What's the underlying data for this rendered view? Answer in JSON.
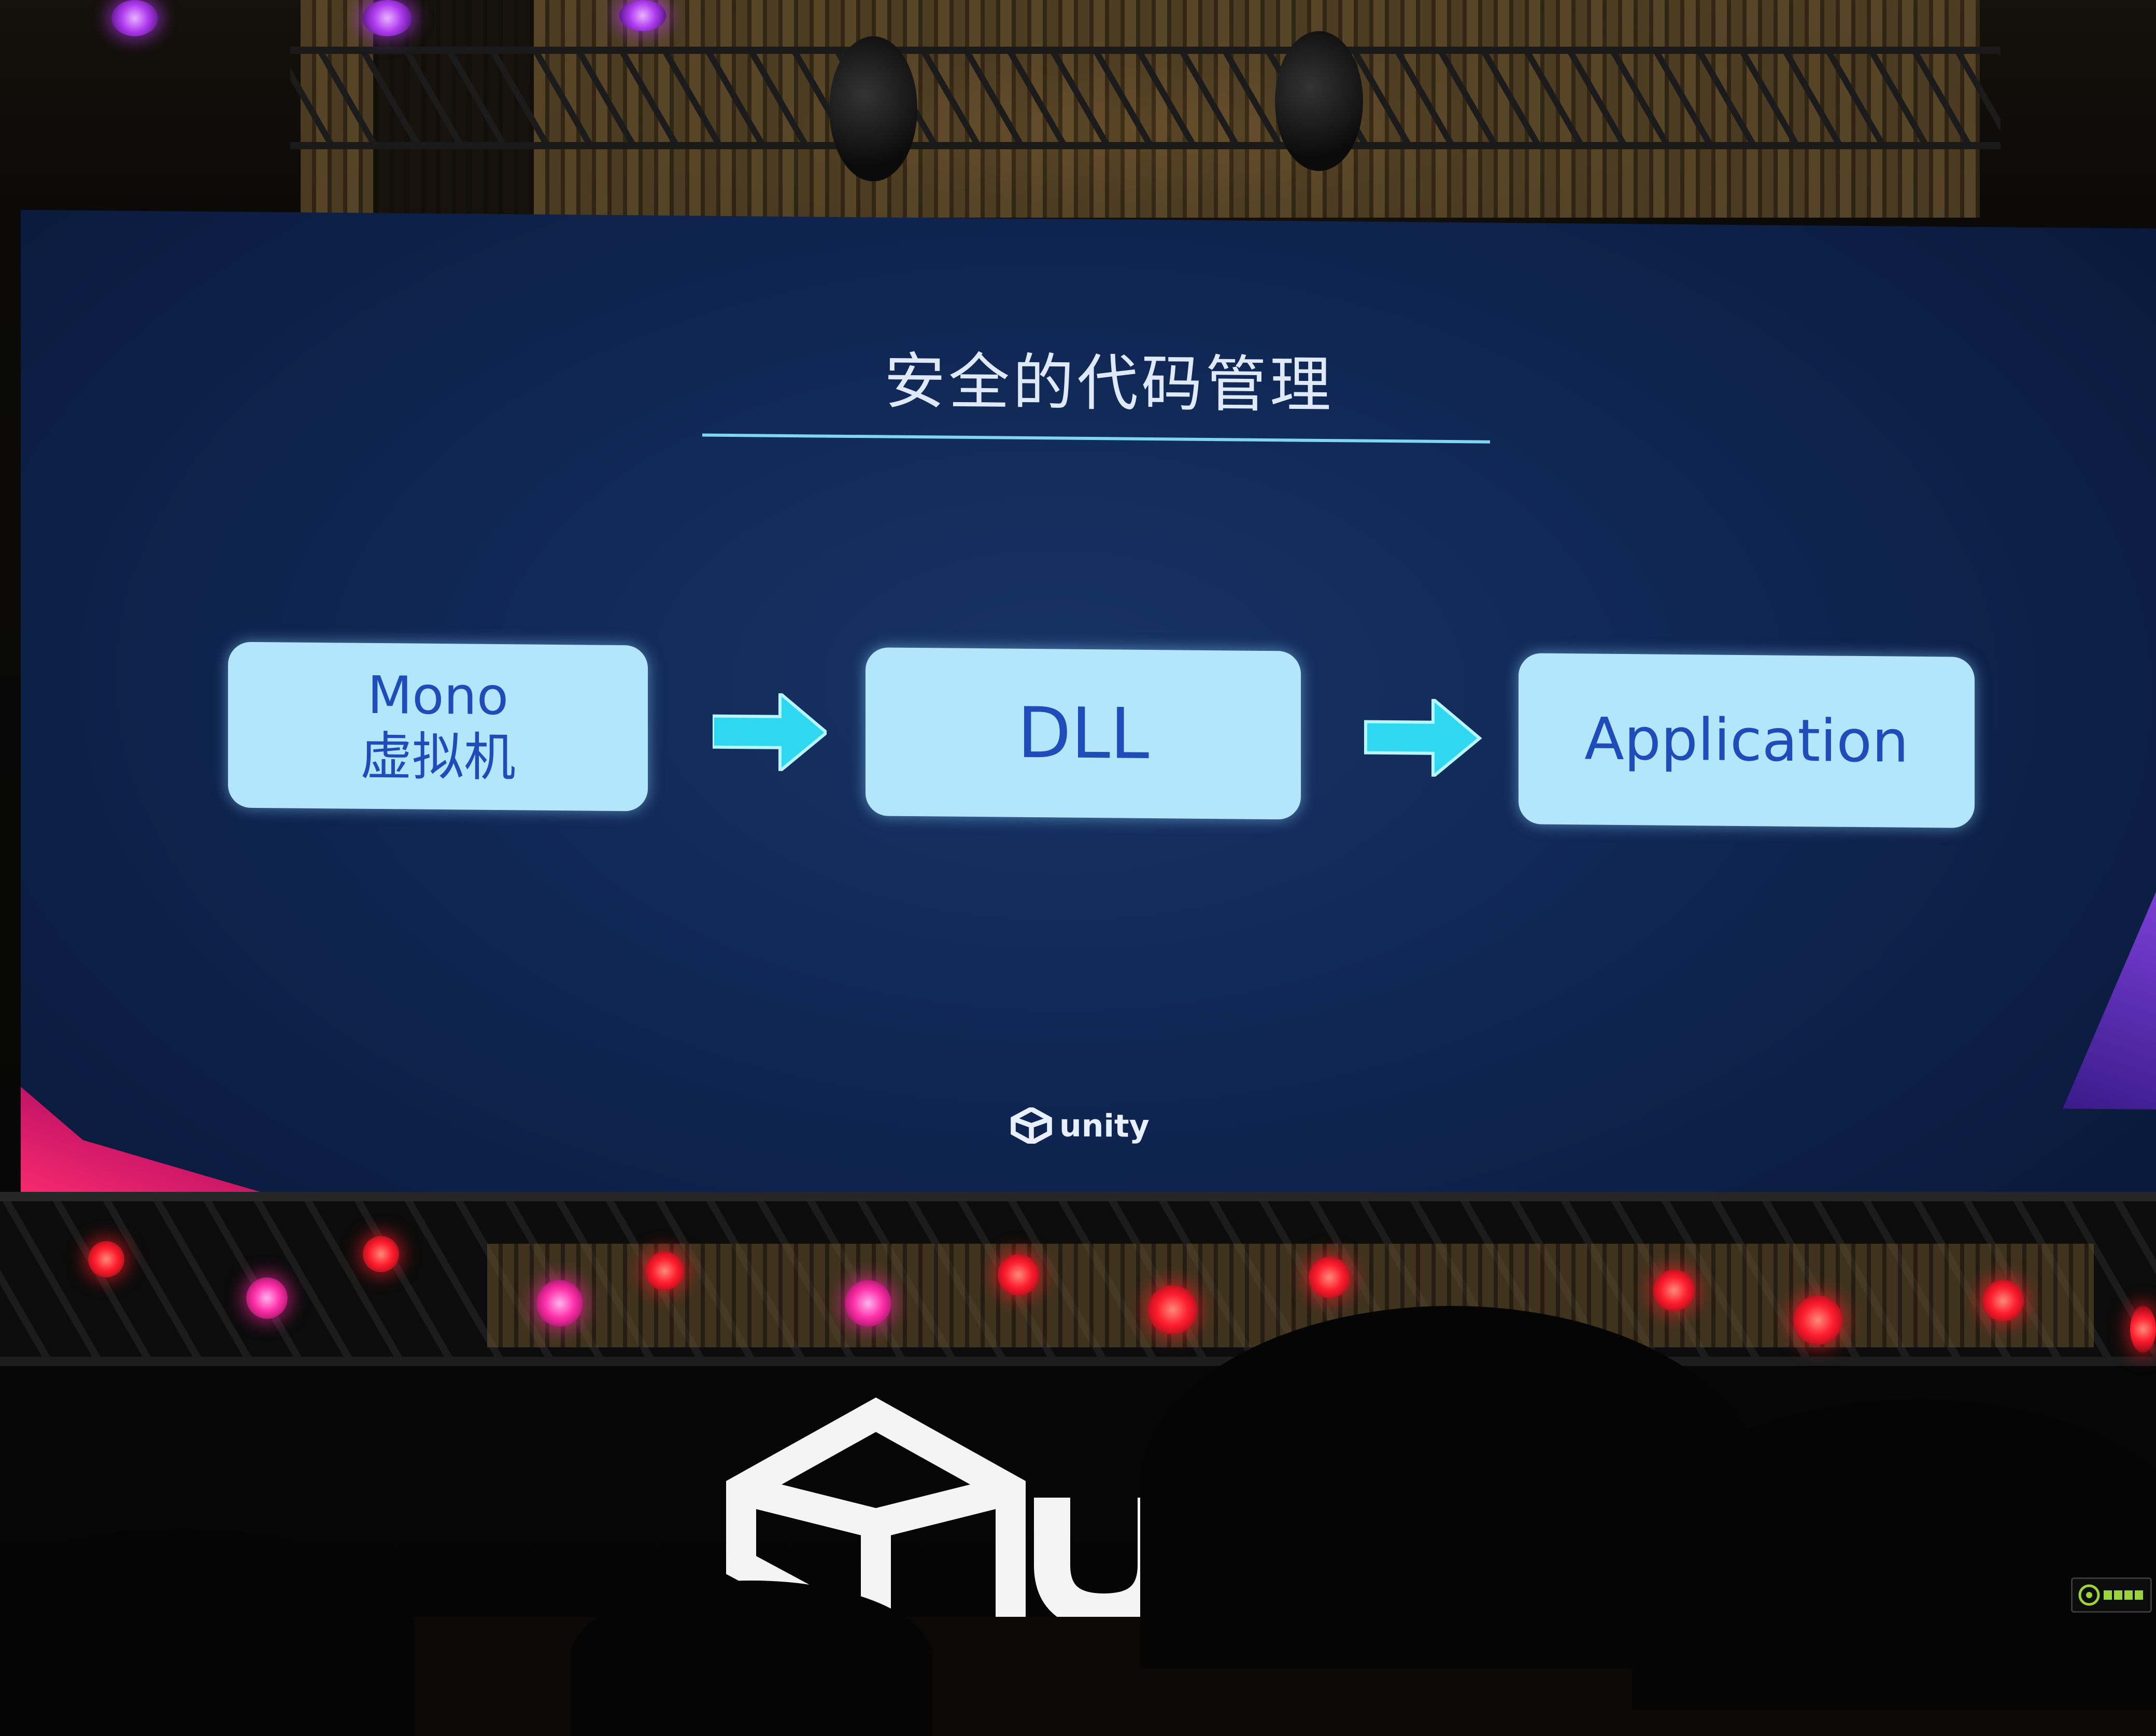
{
  "slide": {
    "title": "安全的代码管理",
    "flow": [
      {
        "line1": "Mono",
        "line2": "虚拟机"
      },
      {
        "label": "DLL"
      },
      {
        "label": "Application"
      }
    ],
    "logo_text": "unity"
  },
  "colors": {
    "slide_background": "#0f2551",
    "box_fill": "#b4e6fb",
    "box_text": "#1f4cb8",
    "arrow": "#2fd8f0",
    "title_text": "#dfe9f8",
    "title_rule": "#7fd6f0",
    "stage_light_red": "#ff1d2d",
    "stage_light_pink": "#ff2fa8"
  },
  "icons": [
    "unity-logo-icon",
    "arrow-right-icon",
    "stage-light-icon",
    "watermark-logo-icon"
  ]
}
